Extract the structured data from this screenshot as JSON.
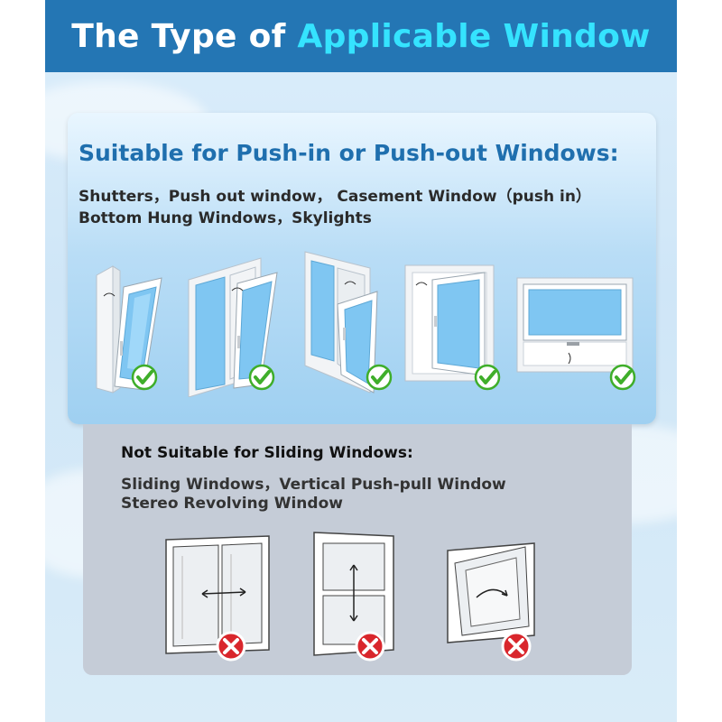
{
  "header": {
    "title_part1": "The Type of ",
    "title_part2": "Applicable Window"
  },
  "suitable": {
    "title": "Suitable for Push-in or Push-out Windows:",
    "line1": "Shutters，Push out window，  Casement Window（push in）",
    "line2": "Bottom Hung Windows，Skylights",
    "items": [
      {
        "icon": "check-icon"
      },
      {
        "icon": "check-icon"
      },
      {
        "icon": "check-icon"
      },
      {
        "icon": "check-icon"
      },
      {
        "icon": "check-icon"
      }
    ]
  },
  "not_suitable": {
    "title": "Not Suitable for Sliding Windows:",
    "line1": "Sliding Windows，Vertical Push-pull Window",
    "line2": "Stereo Revolving Window",
    "items": [
      {
        "icon": "cross-icon"
      },
      {
        "icon": "cross-icon"
      },
      {
        "icon": "cross-icon"
      }
    ]
  },
  "colors": {
    "header_bg": "#2476b4",
    "accent": "#35e3ff",
    "suitable_title": "#1f6fae",
    "check_green": "#3fae2a",
    "cross_red": "#d9262c"
  }
}
